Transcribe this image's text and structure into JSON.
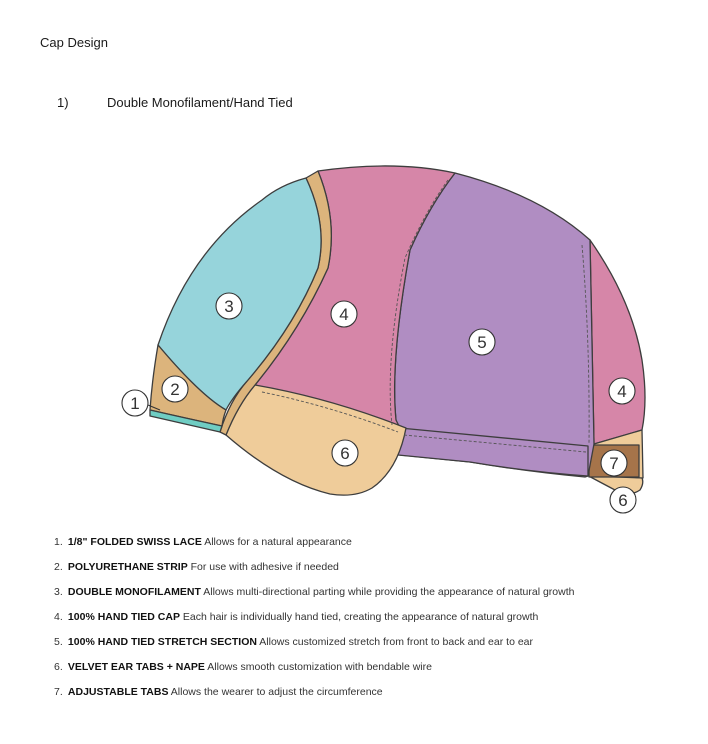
{
  "document": {
    "title": "Cap Design",
    "section_number": "1)",
    "section_title": "Double Monofilament/Hand Tied"
  },
  "colors": {
    "lace": "#6fcdc3",
    "polyurethane_strip": "#dcb47c",
    "double_monofilament": "#96d4db",
    "hand_tied_cap": "#d686a8",
    "stretch_section": "#b08dc2",
    "velvet_tabs": "#efcc9a",
    "adjustable_tabs": "#a6744a",
    "outline": "#3d3d3d"
  },
  "diagram": {
    "callouts": {
      "lace": "1",
      "strip": "2",
      "monofilament": "3",
      "hand_tied_front": "4",
      "stretch": "5",
      "hand_tied_back": "4",
      "velvet_tab_front": "6",
      "adjustable_tab": "7",
      "velvet_tab_back": "6"
    }
  },
  "legend": [
    {
      "num": "1.",
      "term": "1/8\" FOLDED SWISS LACE",
      "desc": "Allows for a natural appearance"
    },
    {
      "num": "2.",
      "term": "POLYURETHANE STRIP",
      "desc": "For use with adhesive if needed"
    },
    {
      "num": "3.",
      "term": "DOUBLE MONOFILAMENT",
      "desc": "Allows multi-directional parting while providing the appearance of natural growth"
    },
    {
      "num": "4.",
      "term": "100% HAND TIED CAP",
      "desc": "Each hair is individually hand tied, creating the appearance of natural growth"
    },
    {
      "num": "5.",
      "term": "100% HAND TIED STRETCH SECTION",
      "desc": "Allows customized stretch from front to back and ear to ear"
    },
    {
      "num": "6.",
      "term": "VELVET EAR TABS + NAPE",
      "desc": "Allows smooth customization with bendable wire"
    },
    {
      "num": "7.",
      "term": "ADJUSTABLE TABS",
      "desc": "Allows the wearer to adjust the circumference"
    }
  ]
}
